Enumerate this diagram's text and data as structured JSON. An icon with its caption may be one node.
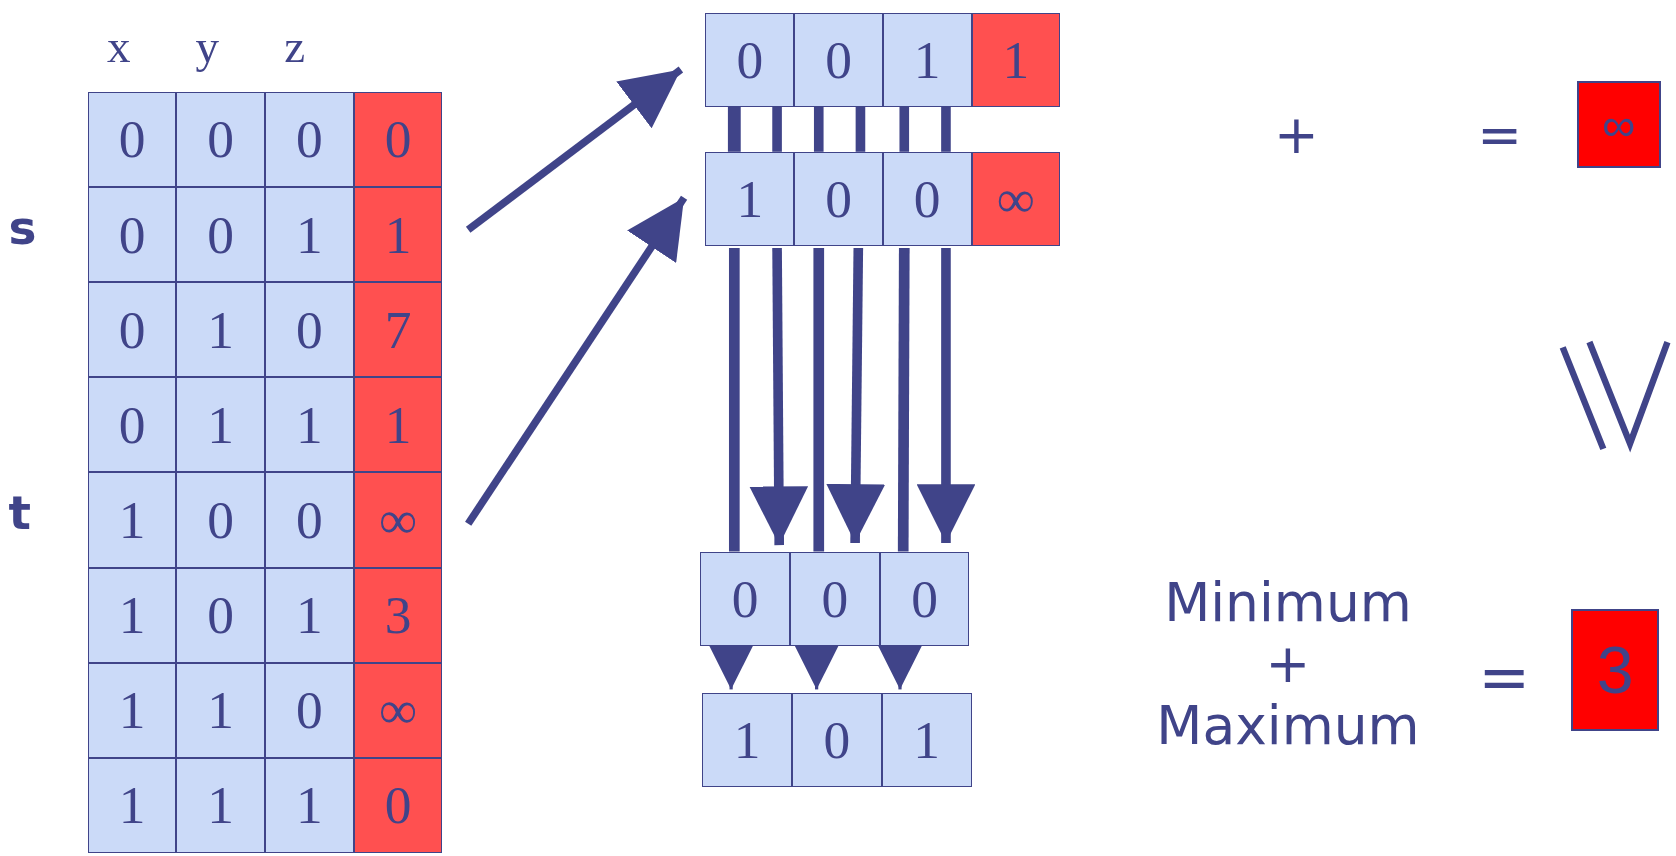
{
  "diagram": {
    "nodes": [
      {
        "text": [
          "0",
          "0",
          "0",
          "0"
        ]
      },
      {
        "text": [
          "0",
          "0",
          "1",
          "1"
        ],
        "beside": [
          "s"
        ]
      },
      {
        "text": [
          "0",
          "1",
          "0",
          "7"
        ]
      },
      {
        "text": [
          "0",
          "1",
          "1",
          "1"
        ]
      },
      {
        "text": [
          "1",
          "0",
          "0",
          "∞"
        ],
        "beside": [
          "t"
        ]
      },
      {
        "text": [
          "1",
          "0",
          "1",
          "3"
        ]
      },
      {
        "text": [
          "1",
          "1",
          "0",
          "∞"
        ]
      },
      {
        "text": [
          "1",
          "1",
          "1",
          "0"
        ]
      },
      {
        "text": [
          "0",
          "0",
          "1",
          "1"
        ]
      },
      {
        "text": [
          "1",
          "0",
          "0",
          "∞"
        ]
      },
      {
        "text": [
          "0",
          "0",
          "0"
        ]
      },
      {
        "text": [
          "1",
          "0",
          "1"
        ]
      },
      {
        "text": [
          "∞"
        ]
      },
      {
        "text": [
          "3"
        ]
      }
    ],
    "edges": [
      {
        "from": 1,
        "to": 8,
        "arrow": "to"
      },
      {
        "from": 4,
        "to": 9,
        "arrow": "to"
      },
      {
        "from": 8,
        "to": 9,
        "arrow": "none"
      },
      {
        "from": 8,
        "to": 9,
        "arrow": "none"
      },
      {
        "from": 8,
        "to": 9,
        "arrow": "none"
      },
      {
        "from": 8,
        "to": 9,
        "arrow": "none"
      },
      {
        "from": 8,
        "to": 9,
        "arrow": "none"
      },
      {
        "from": 8,
        "to": 9,
        "arrow": "none"
      },
      {
        "from": 9,
        "to": 10,
        "arrow": "none"
      },
      {
        "from": 9,
        "to": 10,
        "arrow": "to"
      },
      {
        "from": 9,
        "to": 10,
        "arrow": "none"
      },
      {
        "from": 9,
        "to": 10,
        "arrow": "to"
      },
      {
        "from": 9,
        "to": 10,
        "arrow": "none"
      },
      {
        "from": 9,
        "to": 10,
        "arrow": "to"
      },
      {
        "from": 10,
        "to": 11,
        "arrow": "to"
      },
      {
        "from": 10,
        "to": 11,
        "arrow": "to"
      },
      {
        "from": 10,
        "to": 11,
        "arrow": "to"
      }
    ],
    "labels": [
      "x",
      "y",
      "z",
      "+",
      "=",
      "Minimum + Maximum",
      "="
    ]
  }
}
